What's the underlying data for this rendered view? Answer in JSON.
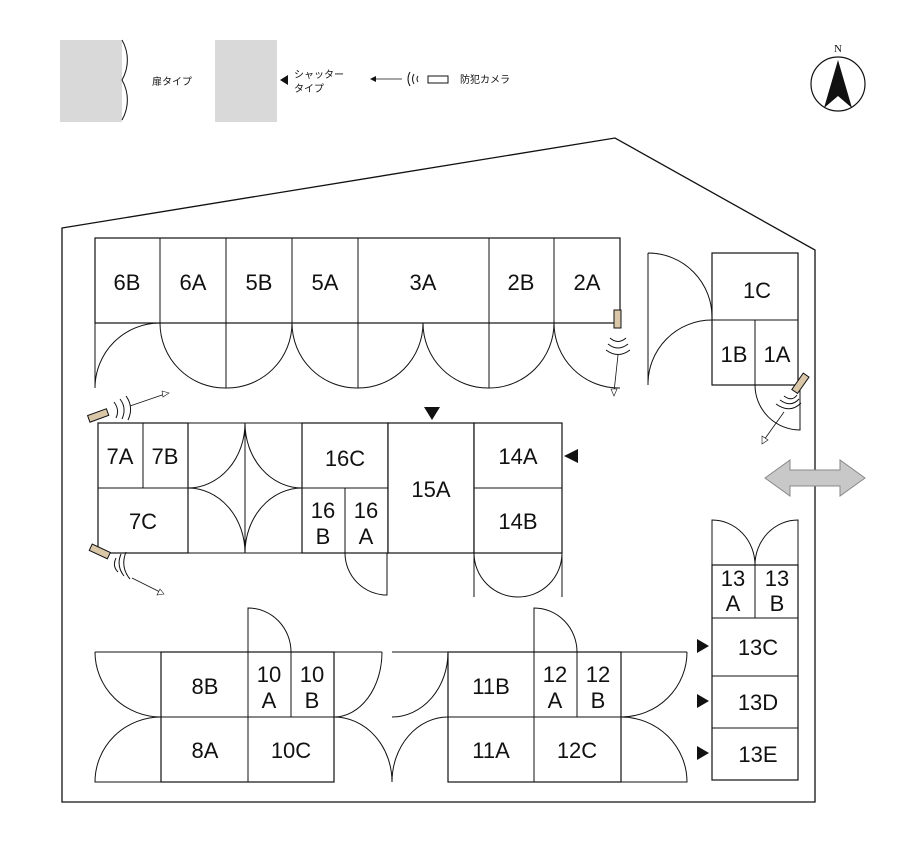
{
  "legend": {
    "door_type": "扉タイプ",
    "shutter_type_line1": "シャッター",
    "shutter_type_line2": "タイプ",
    "camera": "防犯カメラ"
  },
  "compass": {
    "label": "N"
  },
  "colors": {
    "legend_fill": "#d9d9d9",
    "line": "#111111",
    "arrow_fill": "#c8c8c8"
  },
  "units": {
    "u6B": "6B",
    "u6A": "6A",
    "u5B": "5B",
    "u5A": "5A",
    "u3A": "3A",
    "u2B": "2B",
    "u2A": "2A",
    "u1C": "1C",
    "u1B": "1B",
    "u1A": "1A",
    "u7A": "7A",
    "u7B": "7B",
    "u7C": "7C",
    "u16C": "16C",
    "u16B_1": "16",
    "u16B_2": "B",
    "u16A_1": "16",
    "u16A_2": "A",
    "u15A": "15A",
    "u14A": "14A",
    "u14B": "14B",
    "u13A_1": "13",
    "u13A_2": "A",
    "u13B_1": "13",
    "u13B_2": "B",
    "u13C": "13C",
    "u13D": "13D",
    "u13E": "13E",
    "u8B": "8B",
    "u8A": "8A",
    "u10A_1": "10",
    "u10A_2": "A",
    "u10B_1": "10",
    "u10B_2": "B",
    "u10C": "10C",
    "u11B": "11B",
    "u11A": "11A",
    "u12A_1": "12",
    "u12A_2": "A",
    "u12B_1": "12",
    "u12B_2": "B",
    "u12C": "12C"
  }
}
